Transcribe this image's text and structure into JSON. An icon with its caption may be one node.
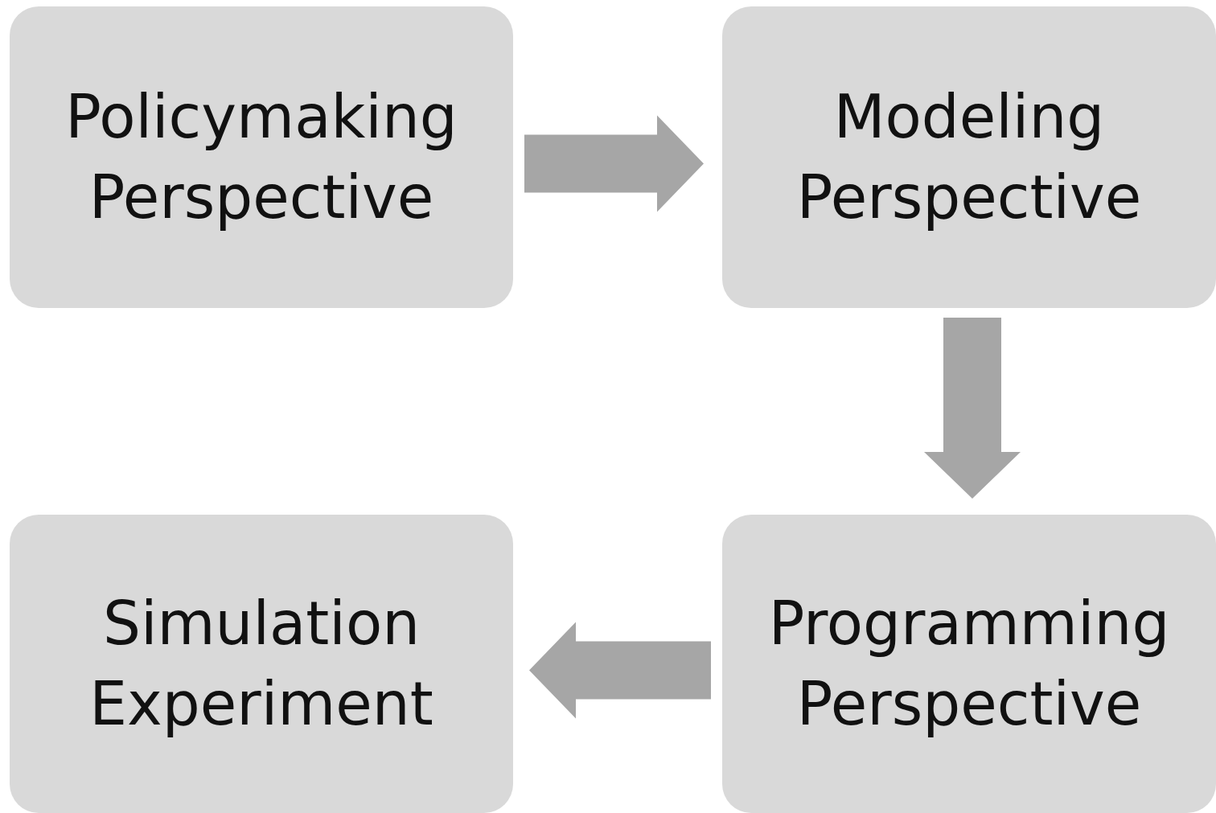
{
  "diagram": {
    "nodes": [
      {
        "text": [
          "Policymaking Perspective"
        ]
      },
      {
        "text": [
          "Modeling Perspective"
        ]
      },
      {
        "text": [
          "Programming Perspective"
        ]
      },
      {
        "text": [
          "Simulation Experiment"
        ]
      }
    ],
    "edges": [
      {
        "from": 0,
        "to": 1,
        "arrow": "to"
      },
      {
        "from": 1,
        "to": 2,
        "arrow": "to"
      },
      {
        "from": 2,
        "to": 3,
        "arrow": "to"
      }
    ]
  }
}
